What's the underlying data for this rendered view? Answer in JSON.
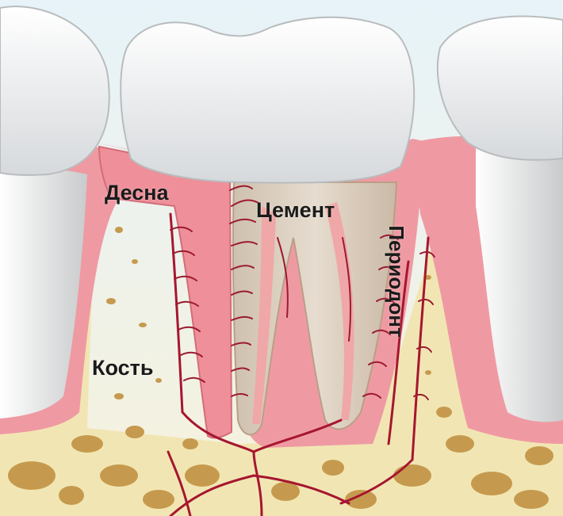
{
  "labels": {
    "gum": "Десна",
    "cement": "Цемент",
    "bone": "Кость",
    "periodontium": "Периодонт"
  },
  "colors": {
    "background": "#f3f7f9",
    "enamel": "#e9ecef",
    "gum": "#ef9aa3",
    "bone": "#f1e6b3",
    "bone_pore": "#c69a4e",
    "root": "#ddd1c3",
    "pulp": "#f0a7a7",
    "vessel": "#a6162f"
  }
}
